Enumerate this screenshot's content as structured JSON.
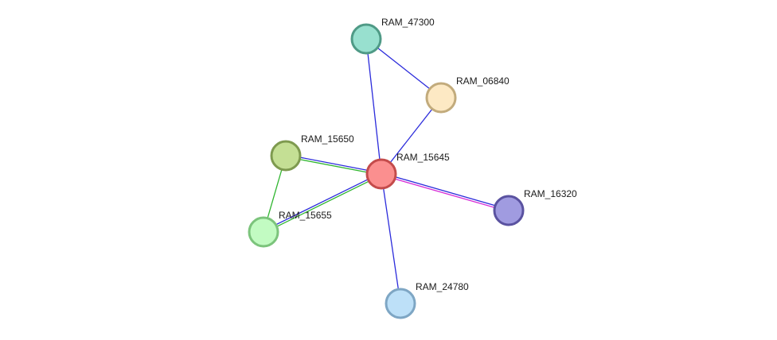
{
  "network": {
    "nodes": [
      {
        "id": "RAM_47300",
        "label": "RAM_47300",
        "fill": "#98e0cf",
        "stroke": "#4f9a86"
      },
      {
        "id": "RAM_06840",
        "label": "RAM_06840",
        "fill": "#fde9c4",
        "stroke": "#c2ab7c"
      },
      {
        "id": "RAM_15650",
        "label": "RAM_15650",
        "fill": "#c4df94",
        "stroke": "#7e9a4f"
      },
      {
        "id": "RAM_15645",
        "label": "RAM_15645",
        "fill": "#fb8f8f",
        "stroke": "#c44b4b"
      },
      {
        "id": "RAM_16320",
        "label": "RAM_16320",
        "fill": "#a09be0",
        "stroke": "#5a52a0"
      },
      {
        "id": "RAM_15655",
        "label": "RAM_15655",
        "fill": "#c2fbc2",
        "stroke": "#7cc47c"
      },
      {
        "id": "RAM_24780",
        "label": "RAM_24780",
        "fill": "#bde0f8",
        "stroke": "#7ea6c4"
      }
    ],
    "edges": [
      {
        "source": "RAM_47300",
        "target": "RAM_06840",
        "colors": [
          "#2b2bdb"
        ]
      },
      {
        "source": "RAM_47300",
        "target": "RAM_15645",
        "colors": [
          "#2b2bdb"
        ]
      },
      {
        "source": "RAM_06840",
        "target": "RAM_15645",
        "colors": [
          "#2b2bdb"
        ]
      },
      {
        "source": "RAM_15650",
        "target": "RAM_15645",
        "colors": [
          "#2b2bdb",
          "#2fb52f"
        ]
      },
      {
        "source": "RAM_15650",
        "target": "RAM_15655",
        "colors": [
          "#2fb52f"
        ]
      },
      {
        "source": "RAM_15655",
        "target": "RAM_15645",
        "colors": [
          "#2b2bdb",
          "#2fb52f"
        ]
      },
      {
        "source": "RAM_15645",
        "target": "RAM_16320",
        "colors": [
          "#2b2bdb",
          "#d62bd6"
        ]
      },
      {
        "source": "RAM_15645",
        "target": "RAM_24780",
        "colors": [
          "#2b2bdb"
        ]
      }
    ]
  }
}
